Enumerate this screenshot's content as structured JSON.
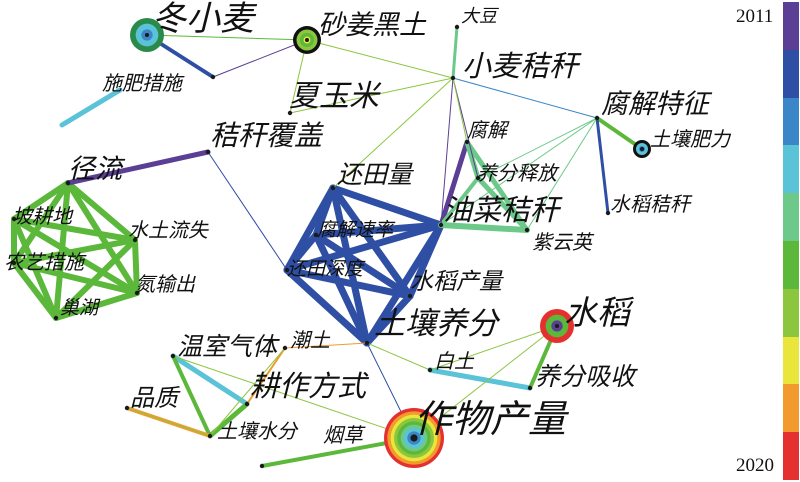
{
  "legend": {
    "start_year": "2011",
    "end_year": "2020",
    "colors": [
      "#5b3f95",
      "#2e4fa3",
      "#3a86c6",
      "#5bc3d8",
      "#6cc98a",
      "#5cb83a",
      "#8cc63f",
      "#e9e53a",
      "#f29a2e",
      "#e53030"
    ]
  },
  "nodes": [
    {
      "id": "dongxiaomai",
      "label": "冬小麦",
      "ring_colors": [
        "#2a8a4a",
        "#5bc3d8",
        "#3a86c6"
      ]
    },
    {
      "id": "shajiangheitu",
      "label": "砂姜黑土",
      "ring_colors": [
        "#111111",
        "#8cc63f",
        "#5cb83a",
        "#e9e53a"
      ]
    },
    {
      "id": "dadou",
      "label": "大豆"
    },
    {
      "id": "xiaomaijiegan",
      "label": "小麦秸秆"
    },
    {
      "id": "shifeicuoshi",
      "label": "施肥措施"
    },
    {
      "id": "xiayumi",
      "label": "夏玉米"
    },
    {
      "id": "fujietezheng",
      "label": "腐解特征"
    },
    {
      "id": "turangfeili",
      "label": "土壤肥力",
      "ring_colors": [
        "#111111",
        "#5bc3d8",
        "#3a86c6"
      ]
    },
    {
      "id": "jieganfugai",
      "label": "秸秆覆盖"
    },
    {
      "id": "fujie",
      "label": "腐解"
    },
    {
      "id": "jingliu",
      "label": "径流"
    },
    {
      "id": "huantianliang",
      "label": "还田量"
    },
    {
      "id": "yangfenshifang",
      "label": "养分释放"
    },
    {
      "id": "shuidaojiegan",
      "label": "水稻秸秆"
    },
    {
      "id": "pogengdi",
      "label": "坡耕地"
    },
    {
      "id": "youcaijiegan",
      "label": "油菜秸秆"
    },
    {
      "id": "fujiesulv",
      "label": "腐解速率"
    },
    {
      "id": "shuituliushi",
      "label": "水土流失"
    },
    {
      "id": "ziyunying",
      "label": "紫云英"
    },
    {
      "id": "nongyicuoshi",
      "label": "农艺措施"
    },
    {
      "id": "huantianshendu",
      "label": "还田深度"
    },
    {
      "id": "danshuchu",
      "label": "氮输出"
    },
    {
      "id": "shuidaochanliang",
      "label": "水稻产量"
    },
    {
      "id": "chaohu",
      "label": "巢湖"
    },
    {
      "id": "shuidao",
      "label": "水稻",
      "ring_colors": [
        "#e53030",
        "#5cb83a",
        "#5b3f95"
      ]
    },
    {
      "id": "turangyangfen",
      "label": "土壤养分"
    },
    {
      "id": "wenshiqiti",
      "label": "温室气体"
    },
    {
      "id": "chaotu",
      "label": "潮土"
    },
    {
      "id": "baitu",
      "label": "白土"
    },
    {
      "id": "gengzuofangshi",
      "label": "耕作方式"
    },
    {
      "id": "yangfenxishou",
      "label": "养分吸收"
    },
    {
      "id": "pinzhi",
      "label": "品质"
    },
    {
      "id": "turangshuifen",
      "label": "土壤水分"
    },
    {
      "id": "yancao",
      "label": "烟草"
    },
    {
      "id": "zuowuchanliang",
      "label": "作物产量",
      "ring_colors": [
        "#e53030",
        "#f29a2e",
        "#e9e53a",
        "#8cc63f",
        "#5cb83a",
        "#6cc98a",
        "#5bc3d8",
        "#3a86c6",
        "#2e4fa3"
      ]
    }
  ]
}
